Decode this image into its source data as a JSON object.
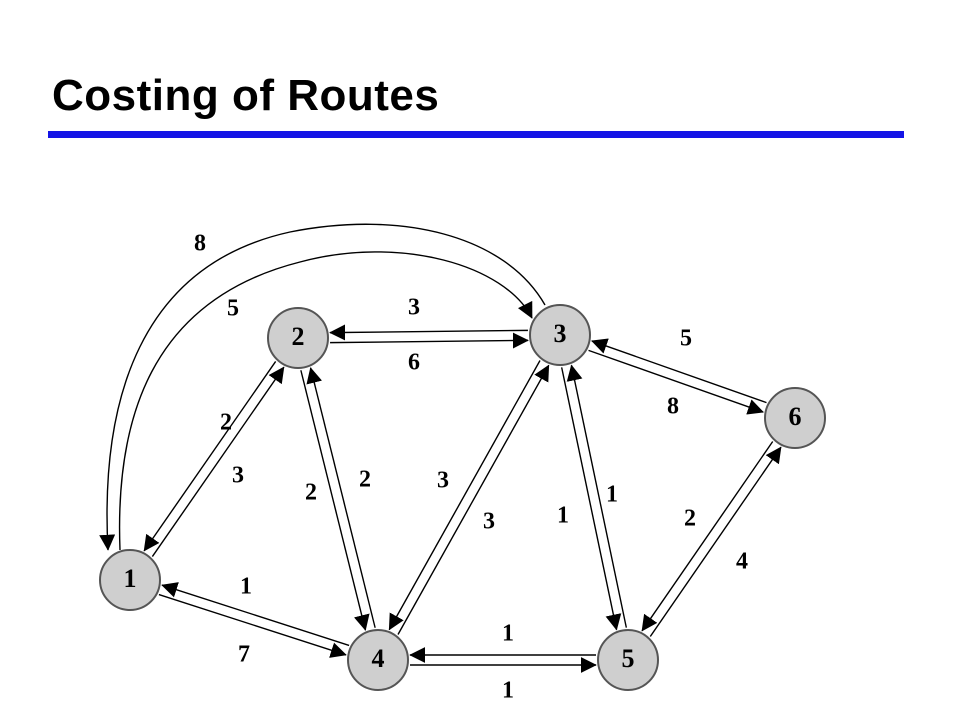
{
  "title": "Costing of Routes",
  "colors": {
    "accent_rule": "#1414e6",
    "node_fill": "#cfcfcf"
  },
  "nodes": [
    {
      "id": "1",
      "label": "1"
    },
    {
      "id": "2",
      "label": "2"
    },
    {
      "id": "3",
      "label": "3"
    },
    {
      "id": "4",
      "label": "4"
    },
    {
      "id": "5",
      "label": "5"
    },
    {
      "id": "6",
      "label": "6"
    }
  ],
  "edges": [
    {
      "from": "1",
      "to": "2",
      "weight": "2"
    },
    {
      "from": "2",
      "to": "1",
      "weight": "3"
    },
    {
      "from": "1",
      "to": "4",
      "weight": "1"
    },
    {
      "from": "4",
      "to": "1",
      "weight": "7"
    },
    {
      "from": "2",
      "to": "3",
      "weight": "3"
    },
    {
      "from": "3",
      "to": "2",
      "weight": "6"
    },
    {
      "from": "2",
      "to": "4",
      "weight": "2"
    },
    {
      "from": "4",
      "to": "2",
      "weight": "2"
    },
    {
      "from": "4",
      "to": "3",
      "weight": "3"
    },
    {
      "from": "3",
      "to": "4",
      "weight": "3"
    },
    {
      "from": "4",
      "to": "5",
      "weight": "1"
    },
    {
      "from": "5",
      "to": "4",
      "weight": "1"
    },
    {
      "from": "3",
      "to": "5",
      "weight": "1"
    },
    {
      "from": "5",
      "to": "3",
      "weight": "1"
    },
    {
      "from": "3",
      "to": "6",
      "weight": "5"
    },
    {
      "from": "6",
      "to": "3",
      "weight": "8"
    },
    {
      "from": "5",
      "to": "6",
      "weight": "2"
    },
    {
      "from": "6",
      "to": "5",
      "weight": "4"
    },
    {
      "from": "1",
      "to": "3",
      "weight": "5"
    },
    {
      "from": "3",
      "to": "1",
      "weight": "8"
    }
  ]
}
